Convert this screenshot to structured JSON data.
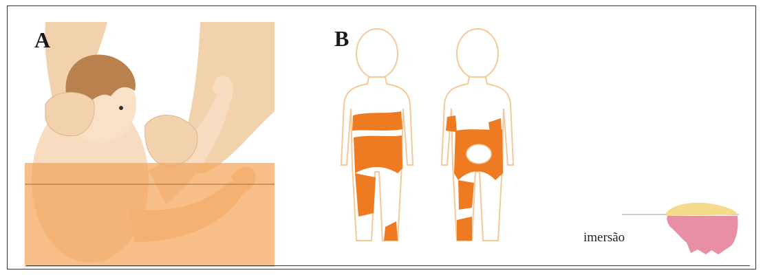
{
  "panels": {
    "a": {
      "label": "A"
    },
    "b": {
      "label": "B"
    }
  },
  "legend": {
    "immersion_label": "imersão"
  },
  "colors": {
    "burn": "#ee7a22",
    "water": "#f4a55a",
    "skin": "#f7d7b3",
    "outline": "#f3c99a",
    "hair": "#b8814e",
    "hand_pink": "#e98fa5",
    "hand_top": "#f5dc8a"
  }
}
